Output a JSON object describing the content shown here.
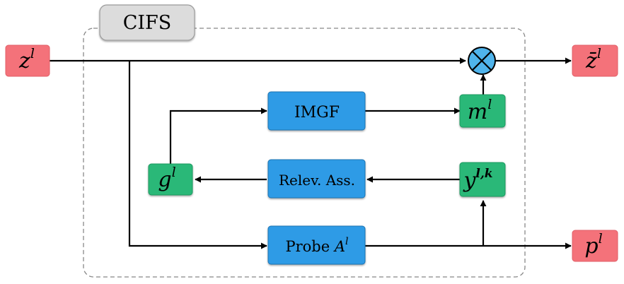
{
  "module": {
    "title": "CIFS"
  },
  "nodes": {
    "z_in": {
      "base": "z",
      "sup": "l"
    },
    "z_out": {
      "base": "z̄",
      "sup": "l"
    },
    "p_out": {
      "base": "p",
      "sup": "l"
    },
    "m": {
      "base": "m",
      "sup": "l"
    },
    "g": {
      "base": "g",
      "sup": "l"
    },
    "y": {
      "base": "y",
      "sup": "l,k"
    },
    "imgf": {
      "label": "IMGF"
    },
    "relev": {
      "label": "Relev. Ass."
    },
    "probe": {
      "label": "Probe ",
      "base": "A",
      "sup": "l"
    }
  },
  "colors": {
    "io_node": "#f4727a",
    "blue_box": "#2f9be6",
    "green_box": "#2cb878",
    "multiply_node": "#4fb4ec",
    "title_tab": "#dcdcdc"
  },
  "icons": {
    "multiply": "circled-times-icon"
  }
}
